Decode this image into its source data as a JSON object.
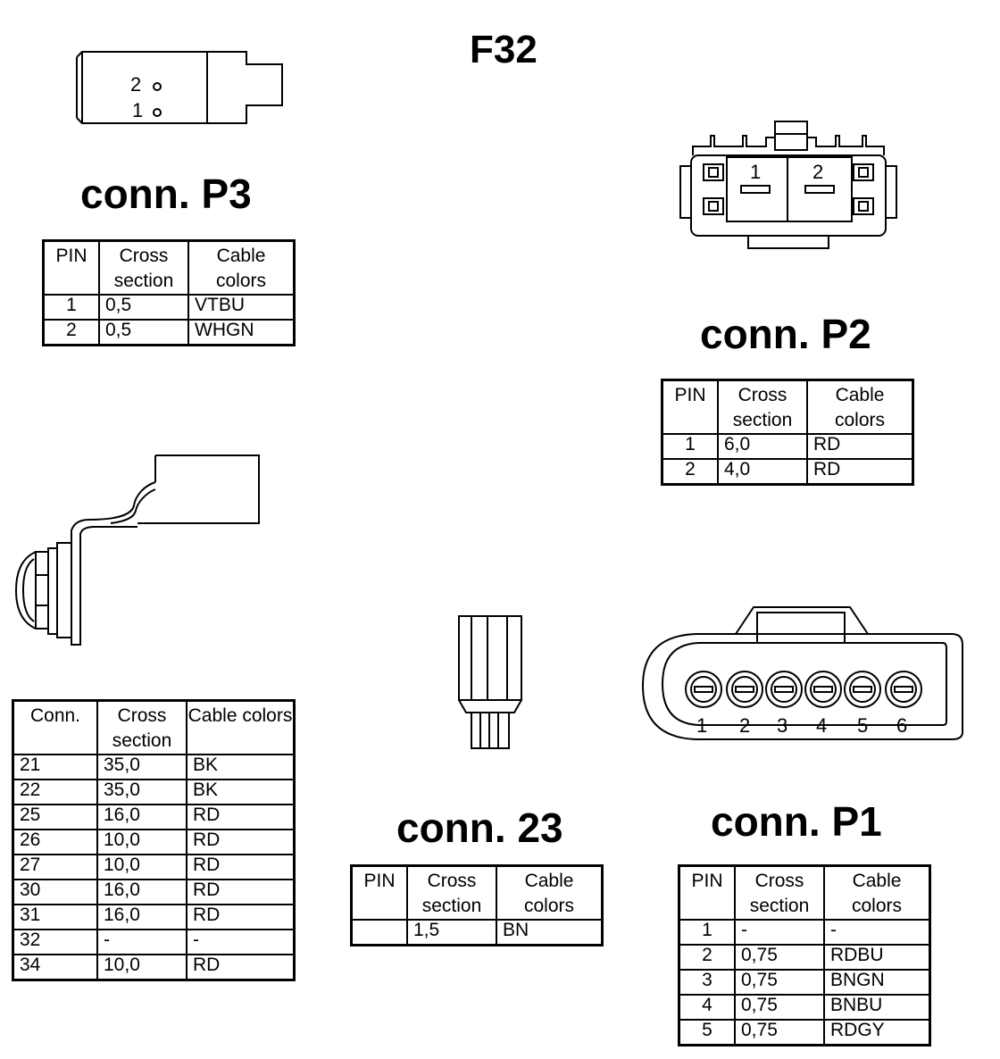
{
  "title": "F32",
  "p3": {
    "label": "conn. P3",
    "header": [
      "PIN",
      "Cross section",
      "Cable colors"
    ],
    "rows": [
      [
        "1",
        "0,5",
        "VTBU"
      ],
      [
        "2",
        "0,5",
        "WHGN"
      ]
    ],
    "drawing_pins": [
      "2",
      "1"
    ]
  },
  "p2": {
    "label": "conn. P2",
    "header": [
      "PIN",
      "Cross section",
      "Cable colors"
    ],
    "rows": [
      [
        "1",
        "6,0",
        "RD"
      ],
      [
        "2",
        "4,0",
        "RD"
      ]
    ],
    "drawing_pins": [
      "1",
      "2"
    ]
  },
  "terminal": {
    "header": [
      "Conn.",
      "Cross section",
      "Cable colors"
    ],
    "rows": [
      [
        "21",
        "35,0",
        "BK"
      ],
      [
        "22",
        "35,0",
        "BK"
      ],
      [
        "25",
        "16,0",
        "RD"
      ],
      [
        "26",
        "10,0",
        "RD"
      ],
      [
        "27",
        "10,0",
        "RD"
      ],
      [
        "30",
        "16,0",
        "RD"
      ],
      [
        "31",
        "16,0",
        "RD"
      ],
      [
        "32",
        "-",
        "-"
      ],
      [
        "34",
        "10,0",
        "RD"
      ]
    ]
  },
  "c23": {
    "label": "conn. 23",
    "header": [
      "PIN",
      "Cross section",
      "Cable colors"
    ],
    "rows": [
      [
        "",
        "1,5",
        "BN"
      ]
    ]
  },
  "p1": {
    "label": "conn. P1",
    "header": [
      "PIN",
      "Cross section",
      "Cable colors"
    ],
    "rows": [
      [
        "1",
        "-",
        "-"
      ],
      [
        "2",
        "0,75",
        "RDBU"
      ],
      [
        "3",
        "0,75",
        "BNGN"
      ],
      [
        "4",
        "0,75",
        "BNBU"
      ],
      [
        "5",
        "0,75",
        "RDGY"
      ]
    ],
    "drawing_pins": [
      "1",
      "2",
      "3",
      "4",
      "5",
      "6"
    ]
  }
}
